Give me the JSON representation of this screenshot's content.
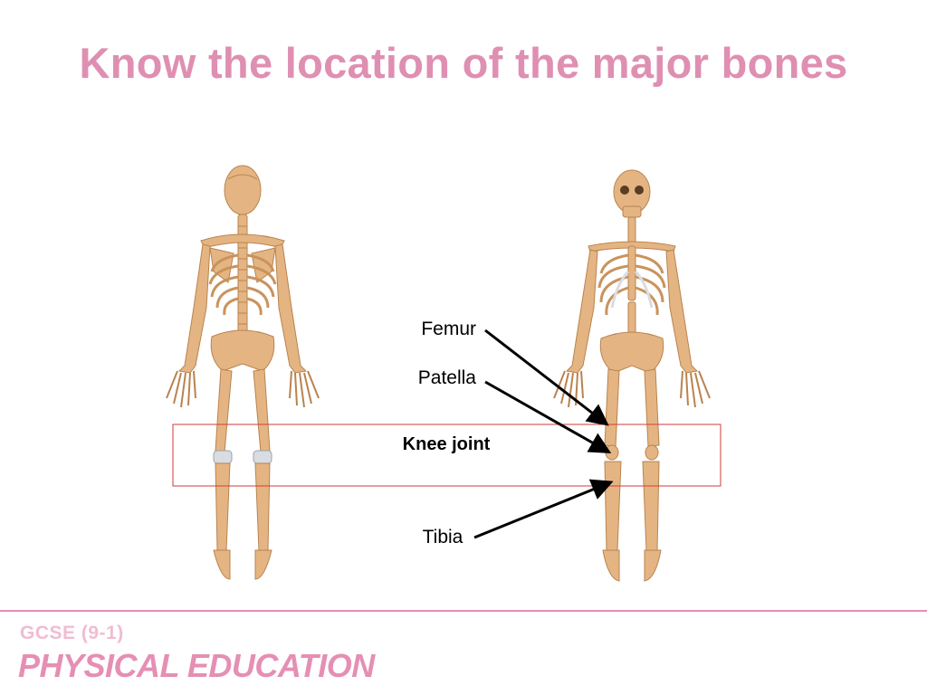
{
  "slide": {
    "title": "Know the location of the major bones"
  },
  "diagram": {
    "labels": {
      "femur": "Femur",
      "patella": "Patella",
      "knee_joint": "Knee joint",
      "tibia": "Tibia"
    },
    "colors": {
      "bone": "#e4b583",
      "bone_shade": "#c9935d",
      "cartilage": "#d9dde3",
      "highlight_box": "#d63a3a",
      "arrow": "#000000"
    }
  },
  "footer": {
    "subtitle": "GCSE (9-1)",
    "title": "PHYSICAL EDUCATION"
  }
}
